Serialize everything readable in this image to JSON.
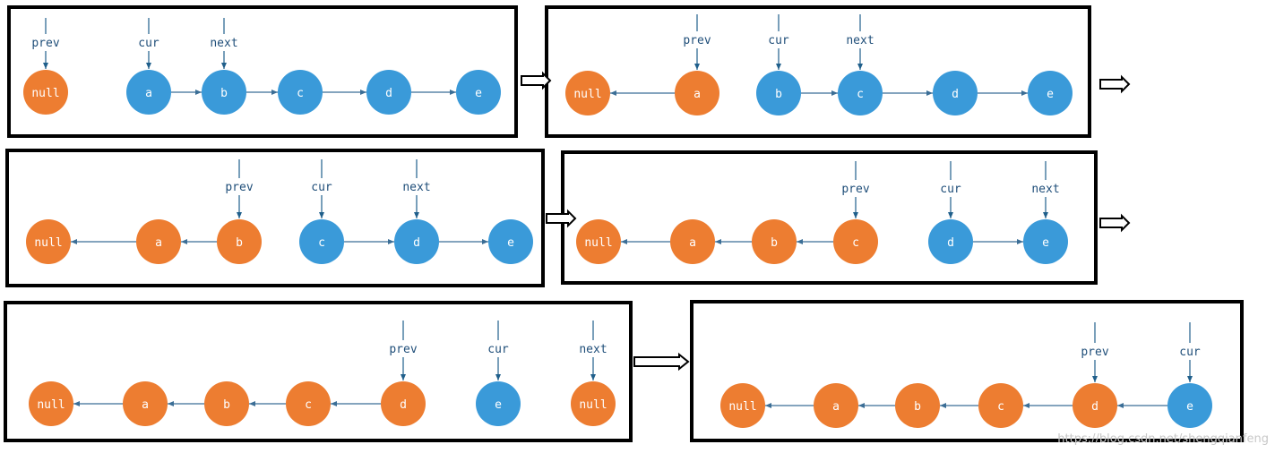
{
  "colors": {
    "reversed": "#ED7D31",
    "pending": "#3A9AD9",
    "edge": "#3B6E96",
    "pointer": "#1F5F8B",
    "frame": "#000000"
  },
  "panels": [
    {
      "nodes": [
        {
          "label": "null",
          "state": "reversed"
        },
        {
          "label": "a",
          "state": "pending"
        },
        {
          "label": "b",
          "state": "pending"
        },
        {
          "label": "c",
          "state": "pending"
        },
        {
          "label": "d",
          "state": "pending"
        },
        {
          "label": "e",
          "state": "pending"
        }
      ],
      "edges": [
        {
          "from": 1,
          "to": 2
        },
        {
          "from": 2,
          "to": 3
        },
        {
          "from": 3,
          "to": 4
        },
        {
          "from": 4,
          "to": 5
        }
      ],
      "pointers": [
        {
          "label": "prev",
          "target": 0
        },
        {
          "label": "cur",
          "target": 1
        },
        {
          "label": "next",
          "target": 2
        }
      ]
    },
    {
      "nodes": [
        {
          "label": "null",
          "state": "reversed"
        },
        {
          "label": "a",
          "state": "reversed"
        },
        {
          "label": "b",
          "state": "pending"
        },
        {
          "label": "c",
          "state": "pending"
        },
        {
          "label": "d",
          "state": "pending"
        },
        {
          "label": "e",
          "state": "pending"
        }
      ],
      "edges": [
        {
          "from": 1,
          "to": 0
        },
        {
          "from": 2,
          "to": 3
        },
        {
          "from": 3,
          "to": 4
        },
        {
          "from": 4,
          "to": 5
        }
      ],
      "pointers": [
        {
          "label": "prev",
          "target": 1
        },
        {
          "label": "cur",
          "target": 2
        },
        {
          "label": "next",
          "target": 3
        }
      ]
    },
    {
      "nodes": [
        {
          "label": "null",
          "state": "reversed"
        },
        {
          "label": "a",
          "state": "reversed"
        },
        {
          "label": "b",
          "state": "reversed"
        },
        {
          "label": "c",
          "state": "pending"
        },
        {
          "label": "d",
          "state": "pending"
        },
        {
          "label": "e",
          "state": "pending"
        }
      ],
      "edges": [
        {
          "from": 1,
          "to": 0
        },
        {
          "from": 2,
          "to": 1
        },
        {
          "from": 3,
          "to": 4
        },
        {
          "from": 4,
          "to": 5
        }
      ],
      "pointers": [
        {
          "label": "prev",
          "target": 2
        },
        {
          "label": "cur",
          "target": 3
        },
        {
          "label": "next",
          "target": 4
        }
      ]
    },
    {
      "nodes": [
        {
          "label": "null",
          "state": "reversed"
        },
        {
          "label": "a",
          "state": "reversed"
        },
        {
          "label": "b",
          "state": "reversed"
        },
        {
          "label": "c",
          "state": "reversed"
        },
        {
          "label": "d",
          "state": "pending"
        },
        {
          "label": "e",
          "state": "pending"
        }
      ],
      "edges": [
        {
          "from": 1,
          "to": 0
        },
        {
          "from": 2,
          "to": 1
        },
        {
          "from": 3,
          "to": 2
        },
        {
          "from": 4,
          "to": 5
        }
      ],
      "pointers": [
        {
          "label": "prev",
          "target": 3
        },
        {
          "label": "cur",
          "target": 4
        },
        {
          "label": "next",
          "target": 5
        }
      ]
    },
    {
      "nodes": [
        {
          "label": "null",
          "state": "reversed"
        },
        {
          "label": "a",
          "state": "reversed"
        },
        {
          "label": "b",
          "state": "reversed"
        },
        {
          "label": "c",
          "state": "reversed"
        },
        {
          "label": "d",
          "state": "reversed"
        },
        {
          "label": "e",
          "state": "pending"
        },
        {
          "label": "null",
          "state": "reversed"
        }
      ],
      "edges": [
        {
          "from": 1,
          "to": 0
        },
        {
          "from": 2,
          "to": 1
        },
        {
          "from": 3,
          "to": 2
        },
        {
          "from": 4,
          "to": 3
        }
      ],
      "pointers": [
        {
          "label": "prev",
          "target": 4
        },
        {
          "label": "cur",
          "target": 5
        },
        {
          "label": "next",
          "target": 6
        }
      ]
    },
    {
      "nodes": [
        {
          "label": "null",
          "state": "reversed"
        },
        {
          "label": "a",
          "state": "reversed"
        },
        {
          "label": "b",
          "state": "reversed"
        },
        {
          "label": "c",
          "state": "reversed"
        },
        {
          "label": "d",
          "state": "reversed"
        },
        {
          "label": "e",
          "state": "pending"
        }
      ],
      "edges": [
        {
          "from": 1,
          "to": 0
        },
        {
          "from": 2,
          "to": 1
        },
        {
          "from": 3,
          "to": 2
        },
        {
          "from": 4,
          "to": 3
        },
        {
          "from": 5,
          "to": 4
        }
      ],
      "pointers": [
        {
          "label": "prev",
          "target": 4
        },
        {
          "label": "cur",
          "target": 5
        }
      ]
    }
  ],
  "transitions": 5,
  "watermark": "https://blog.csdn.net/shengqianfeng"
}
